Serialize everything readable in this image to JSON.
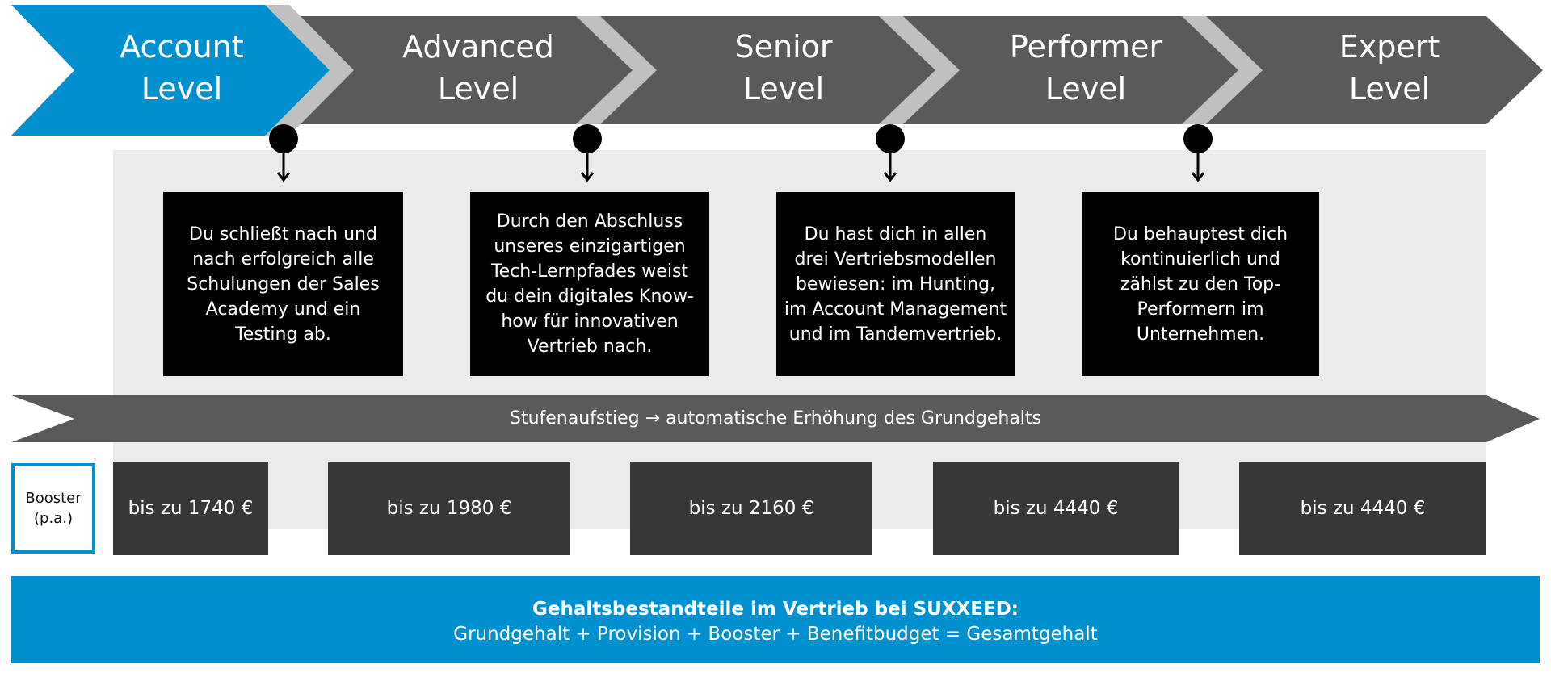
{
  "levels": [
    {
      "line1": "Account",
      "line2": "Level"
    },
    {
      "line1": "Advanced",
      "line2": "Level"
    },
    {
      "line1": "Senior",
      "line2": "Level"
    },
    {
      "line1": "Performer",
      "line2": "Level"
    },
    {
      "line1": "Expert",
      "line2": "Level"
    }
  ],
  "descriptions": [
    "Du schließt nach und\nnach erfolgreich alle\nSchulungen der Sales\nAcademy und ein\nTesting ab.",
    "Durch den Abschluss\nunseres einzigartigen\nTech-Lernpfades weist\ndu dein digitales Know-\nhow für innovativen\nVertrieb nach.",
    "Du hast dich in allen\ndrei Vertriebsmodellen\nbewiesen: im Hunting,\nim Account Management\nund im Tandemvertrieb.",
    "Du behauptest dich\nkontinuierlich und\nzählst zu den Top-\nPerformern im\nUnternehmen."
  ],
  "band_text": "Stufenaufstieg → automatische Erhöhung des Grundgehalts",
  "booster": {
    "line1": "Booster",
    "line2": "(p.a.)"
  },
  "amounts": [
    "bis zu 1740 €",
    "bis zu 1980 €",
    "bis zu 2160 €",
    "bis zu 4440 €",
    "bis zu 4440 €"
  ],
  "footer": {
    "title": "Gehaltsbestandteile im Vertrieb bei SUXXEED:",
    "formula": "Grundgehalt + Provision + Booster + Benefitbudget = Gesamtgehalt"
  },
  "colors": {
    "accent_blue": "#0090d0",
    "chevron_dark": "#5a5a5a",
    "chevron_shadow": "#c0c0c0",
    "panel_grey": "#ebebeb",
    "box_black": "#000000",
    "amount_box": "#373737"
  }
}
